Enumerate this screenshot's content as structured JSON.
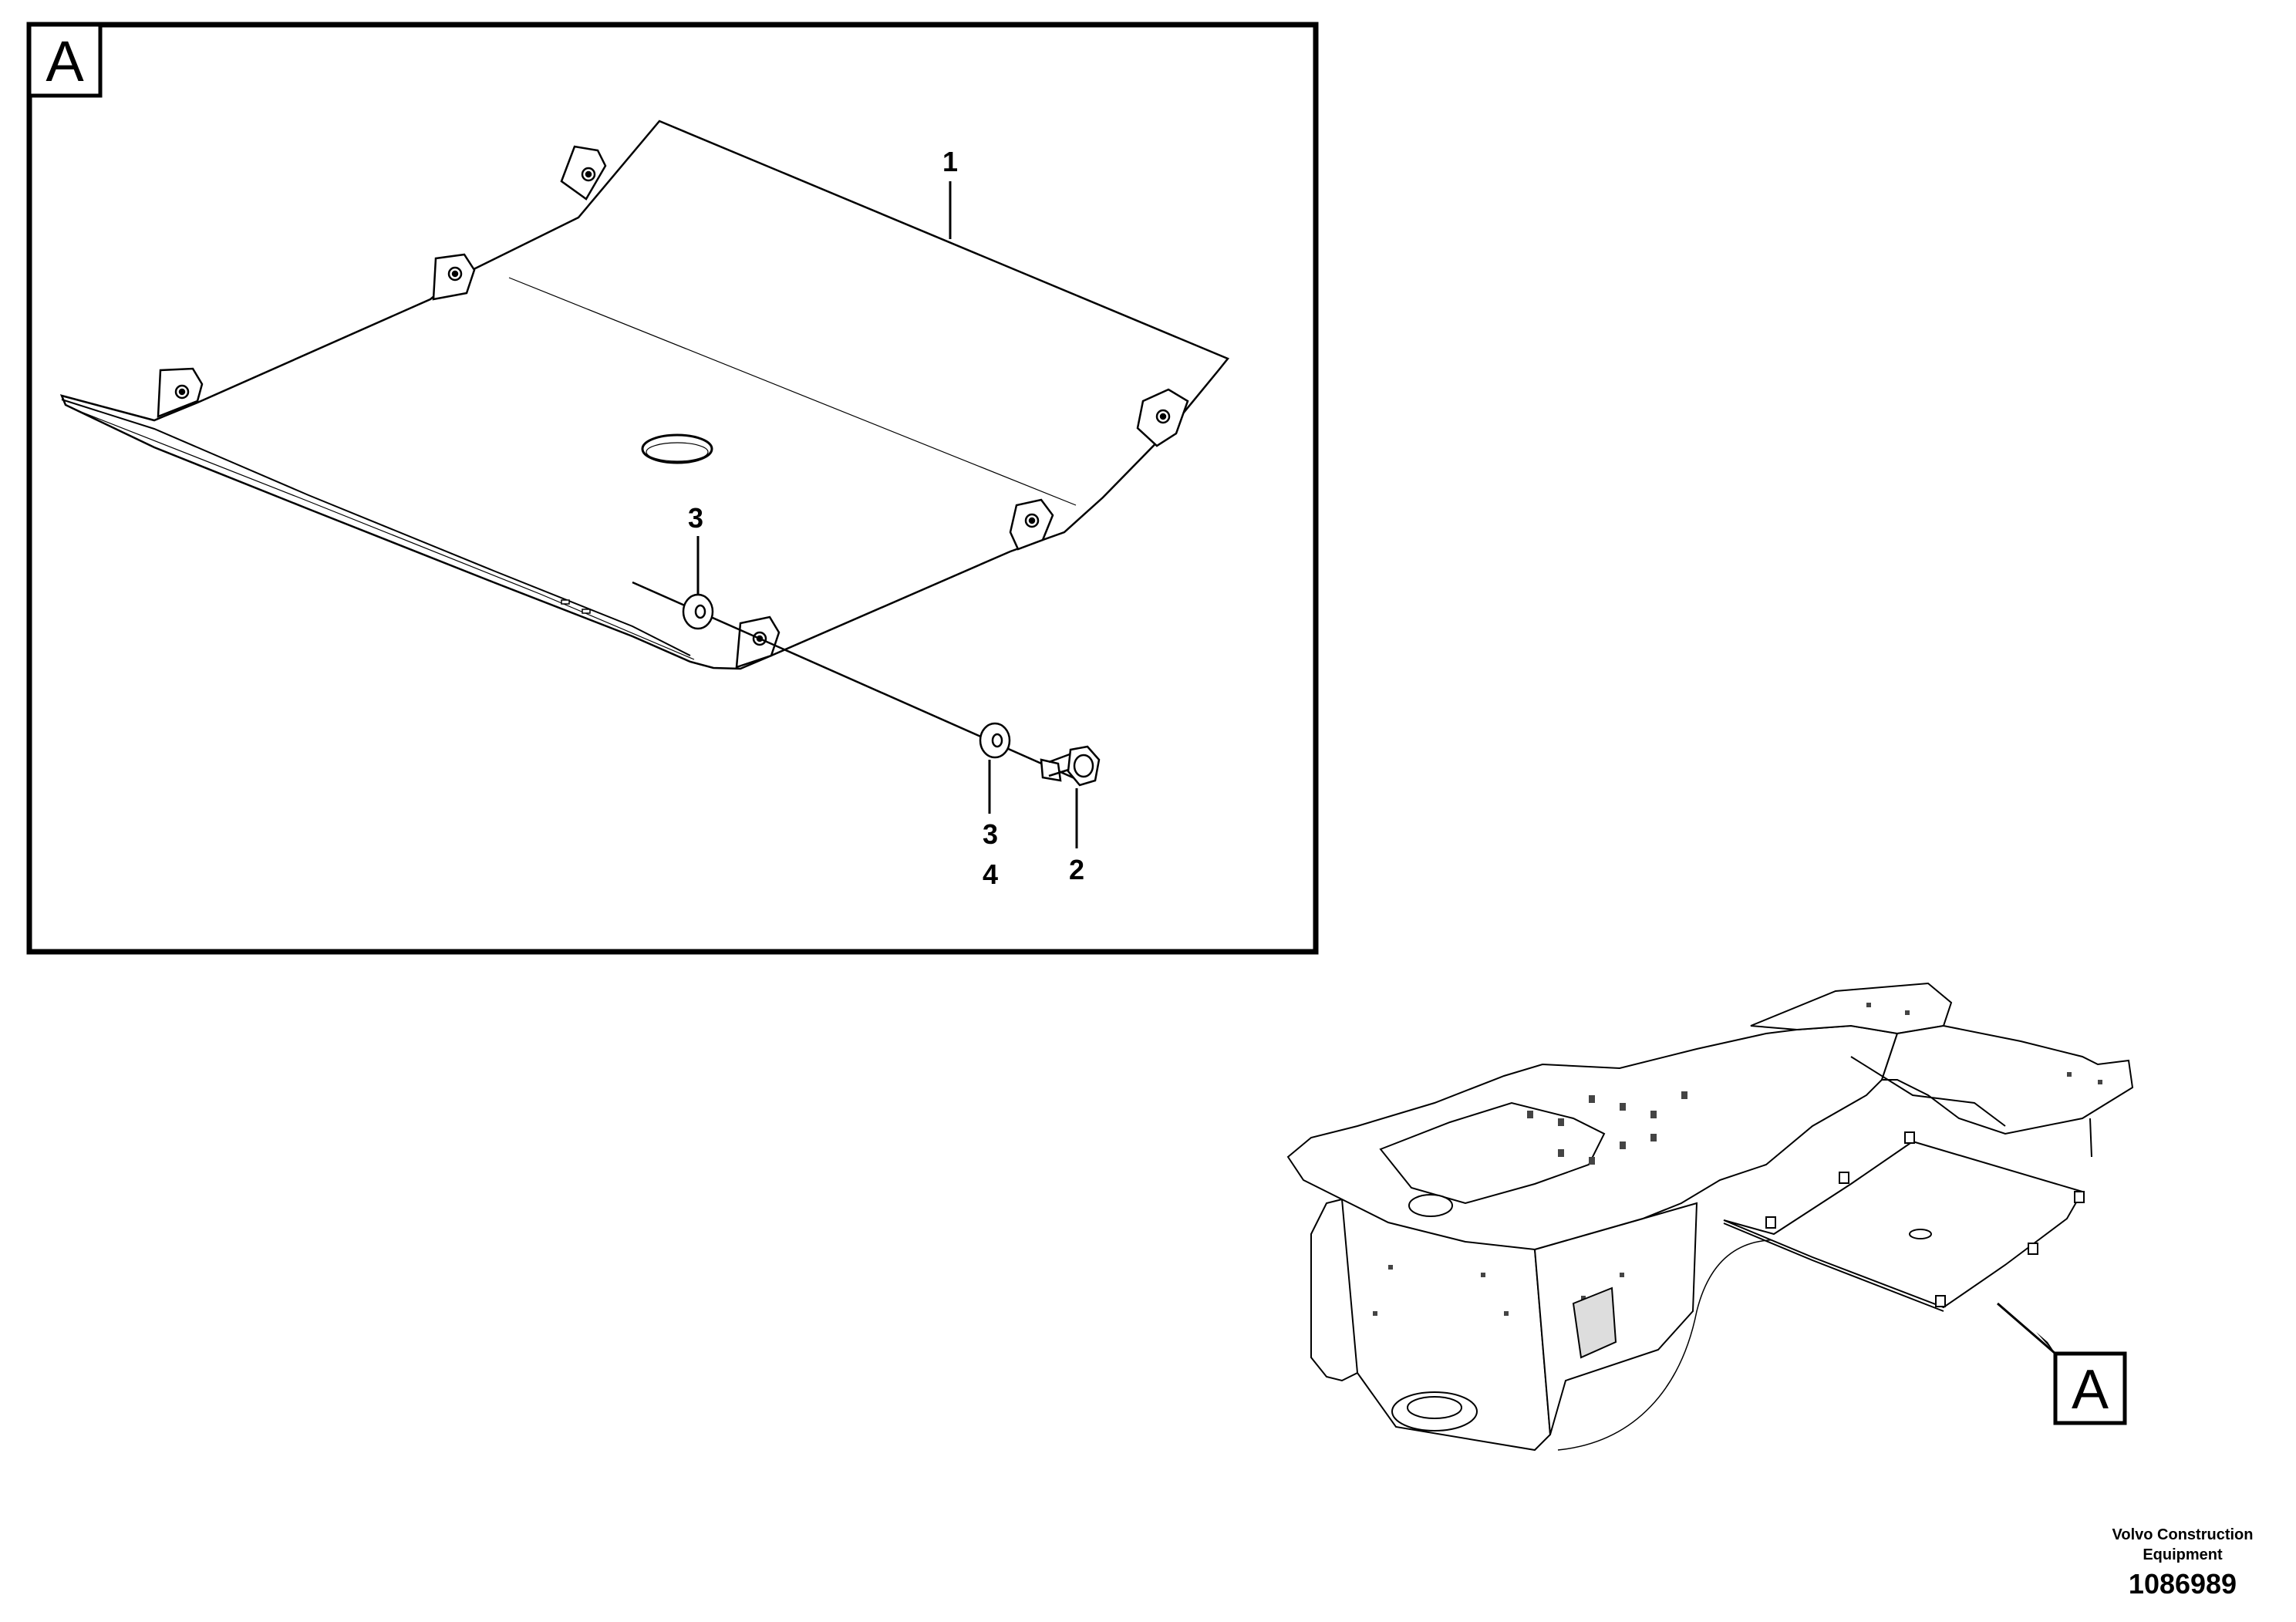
{
  "detail_view": {
    "label": "A",
    "callouts": {
      "part_1": "1",
      "part_2": "2",
      "part_3_upper": "3",
      "part_3_lower": "3",
      "part_4": "4"
    }
  },
  "overview": {
    "detail_reference": "A"
  },
  "footer": {
    "company_line1": "Volvo Construction",
    "company_line2": "Equipment",
    "drawing_number": "1086989"
  },
  "colors": {
    "ink": "#000000",
    "background": "#ffffff",
    "frame_hatch": "#444444"
  }
}
